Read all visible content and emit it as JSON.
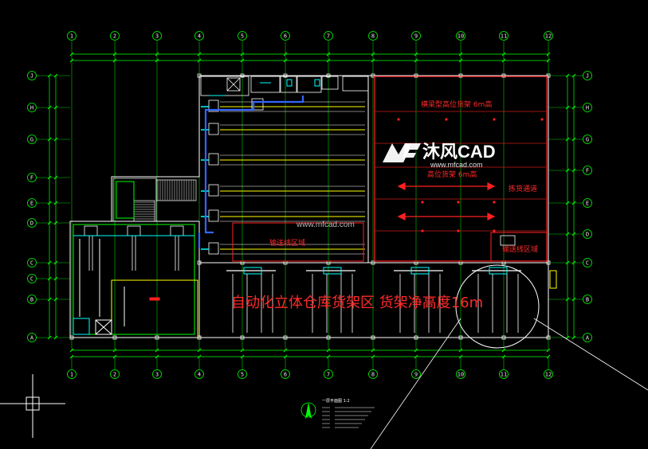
{
  "watermark": {
    "brand_cn": "沐风CAD",
    "url": "www.mfcad.com",
    "url_center": "www.mfcad.com"
  },
  "labels": {
    "heavy_rack": "横梁型高位货架  6m高",
    "high_rack": "高位货架  6m高",
    "picking_channel": "拣货通道",
    "conveyor_area": "输送线区域",
    "conveyor_area_right": "输送线区域",
    "asrs_main": "自动化立体仓库货架区   货架净高度16m",
    "plan_title": "一层平面图  1:2"
  },
  "axes": {
    "columns": [
      "1",
      "2",
      "3",
      "4",
      "5",
      "6",
      "7",
      "8",
      "9",
      "10",
      "11",
      "12"
    ],
    "rows_left": [
      "J",
      "H",
      "G",
      "F",
      "E",
      "D",
      "C",
      "C",
      "B",
      "A"
    ],
    "rows_right": [
      "J",
      "H",
      "G",
      "F",
      "E",
      "D",
      "C",
      "B",
      "A"
    ]
  },
  "colors": {
    "background": "#000000",
    "cad_white": "#ffffff",
    "axis_green": "#00ff00",
    "rack_red": "#ff2020",
    "conveyor_blue": "#3366ff",
    "cyan": "#00ffff",
    "yellow": "#ffff00"
  }
}
